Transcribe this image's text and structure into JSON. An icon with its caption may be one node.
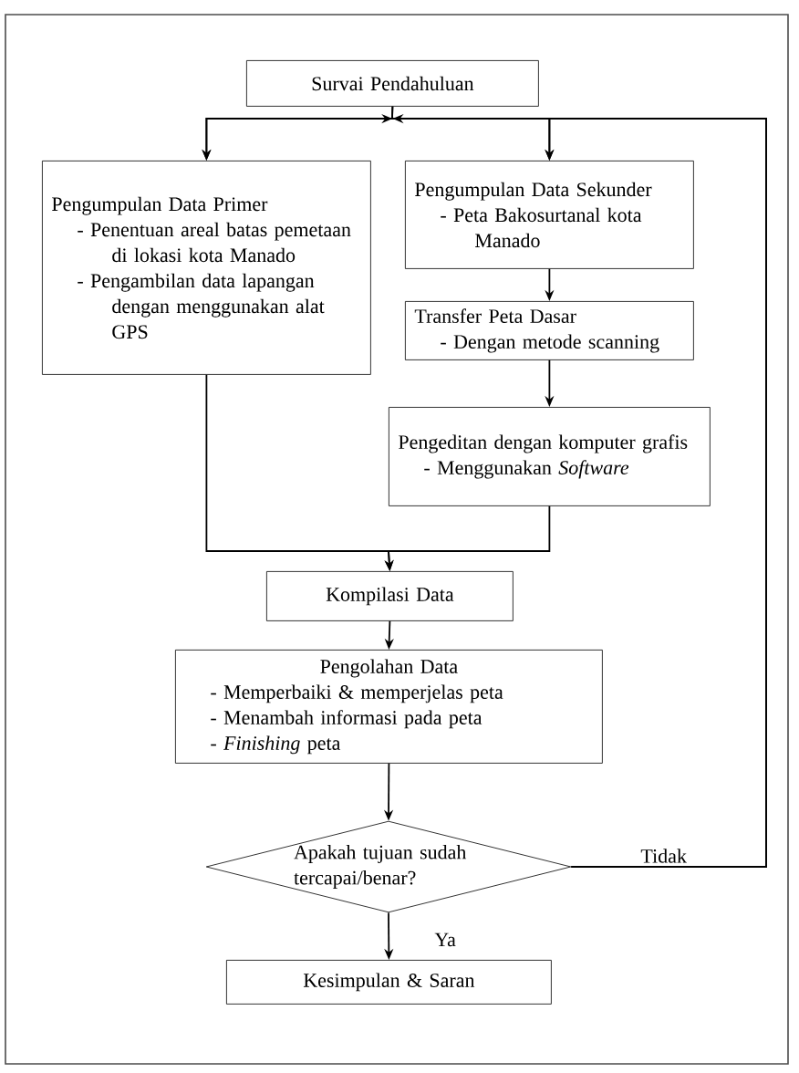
{
  "diagram": {
    "nodes": [
      {
        "text": [
          "Survai Pendahuluan"
        ]
      },
      {
        "text": [
          "Pengumpulan Data Primer",
          "- Penentuan areal batas pemetaan di lokasi kota Manado",
          "- Pengambilan data lapangan dengan menggunakan alat GPS"
        ]
      },
      {
        "text": [
          "Pengumpulan Data Sekunder",
          "- Peta Bakosurtanal kota Manado"
        ]
      },
      {
        "text": [
          "Transfer Peta Dasar",
          "- Dengan metode scanning"
        ]
      },
      {
        "text": [
          "Pengeditan dengan komputer grafis",
          "- Menggunakan *Software*"
        ]
      },
      {
        "text": [
          "Kompilasi Data"
        ]
      },
      {
        "text": [
          "Pengolahan Data",
          "- Memperbaiki & memperjelas peta",
          "- Menambah informasi pada peta",
          "- *Finishing* peta"
        ]
      },
      {
        "text": [
          "Apakah tujuan sudah tercapai/benar?"
        ]
      },
      {
        "text": [
          "Kesimpulan & Saran"
        ]
      }
    ],
    "edges": [
      {
        "from": 0,
        "to": 1,
        "arrow": "to"
      },
      {
        "from": 0,
        "to": 2,
        "arrow": "to"
      },
      {
        "from": 1,
        "to": 5,
        "arrow": "to"
      },
      {
        "from": 2,
        "to": 3,
        "arrow": "to"
      },
      {
        "from": 3,
        "to": 4,
        "arrow": "to"
      },
      {
        "from": 4,
        "to": 5,
        "arrow": "to"
      },
      {
        "from": 5,
        "to": 6,
        "arrow": "to"
      },
      {
        "from": 6,
        "to": 7,
        "arrow": "to"
      },
      {
        "from": 7,
        "to": 8,
        "arrow": "to",
        "label": "Ya"
      },
      {
        "from": 7,
        "to": 1,
        "arrow": "to",
        "label": "Tidak"
      },
      {
        "from": 7,
        "to": 2,
        "arrow": "to"
      }
    ]
  }
}
